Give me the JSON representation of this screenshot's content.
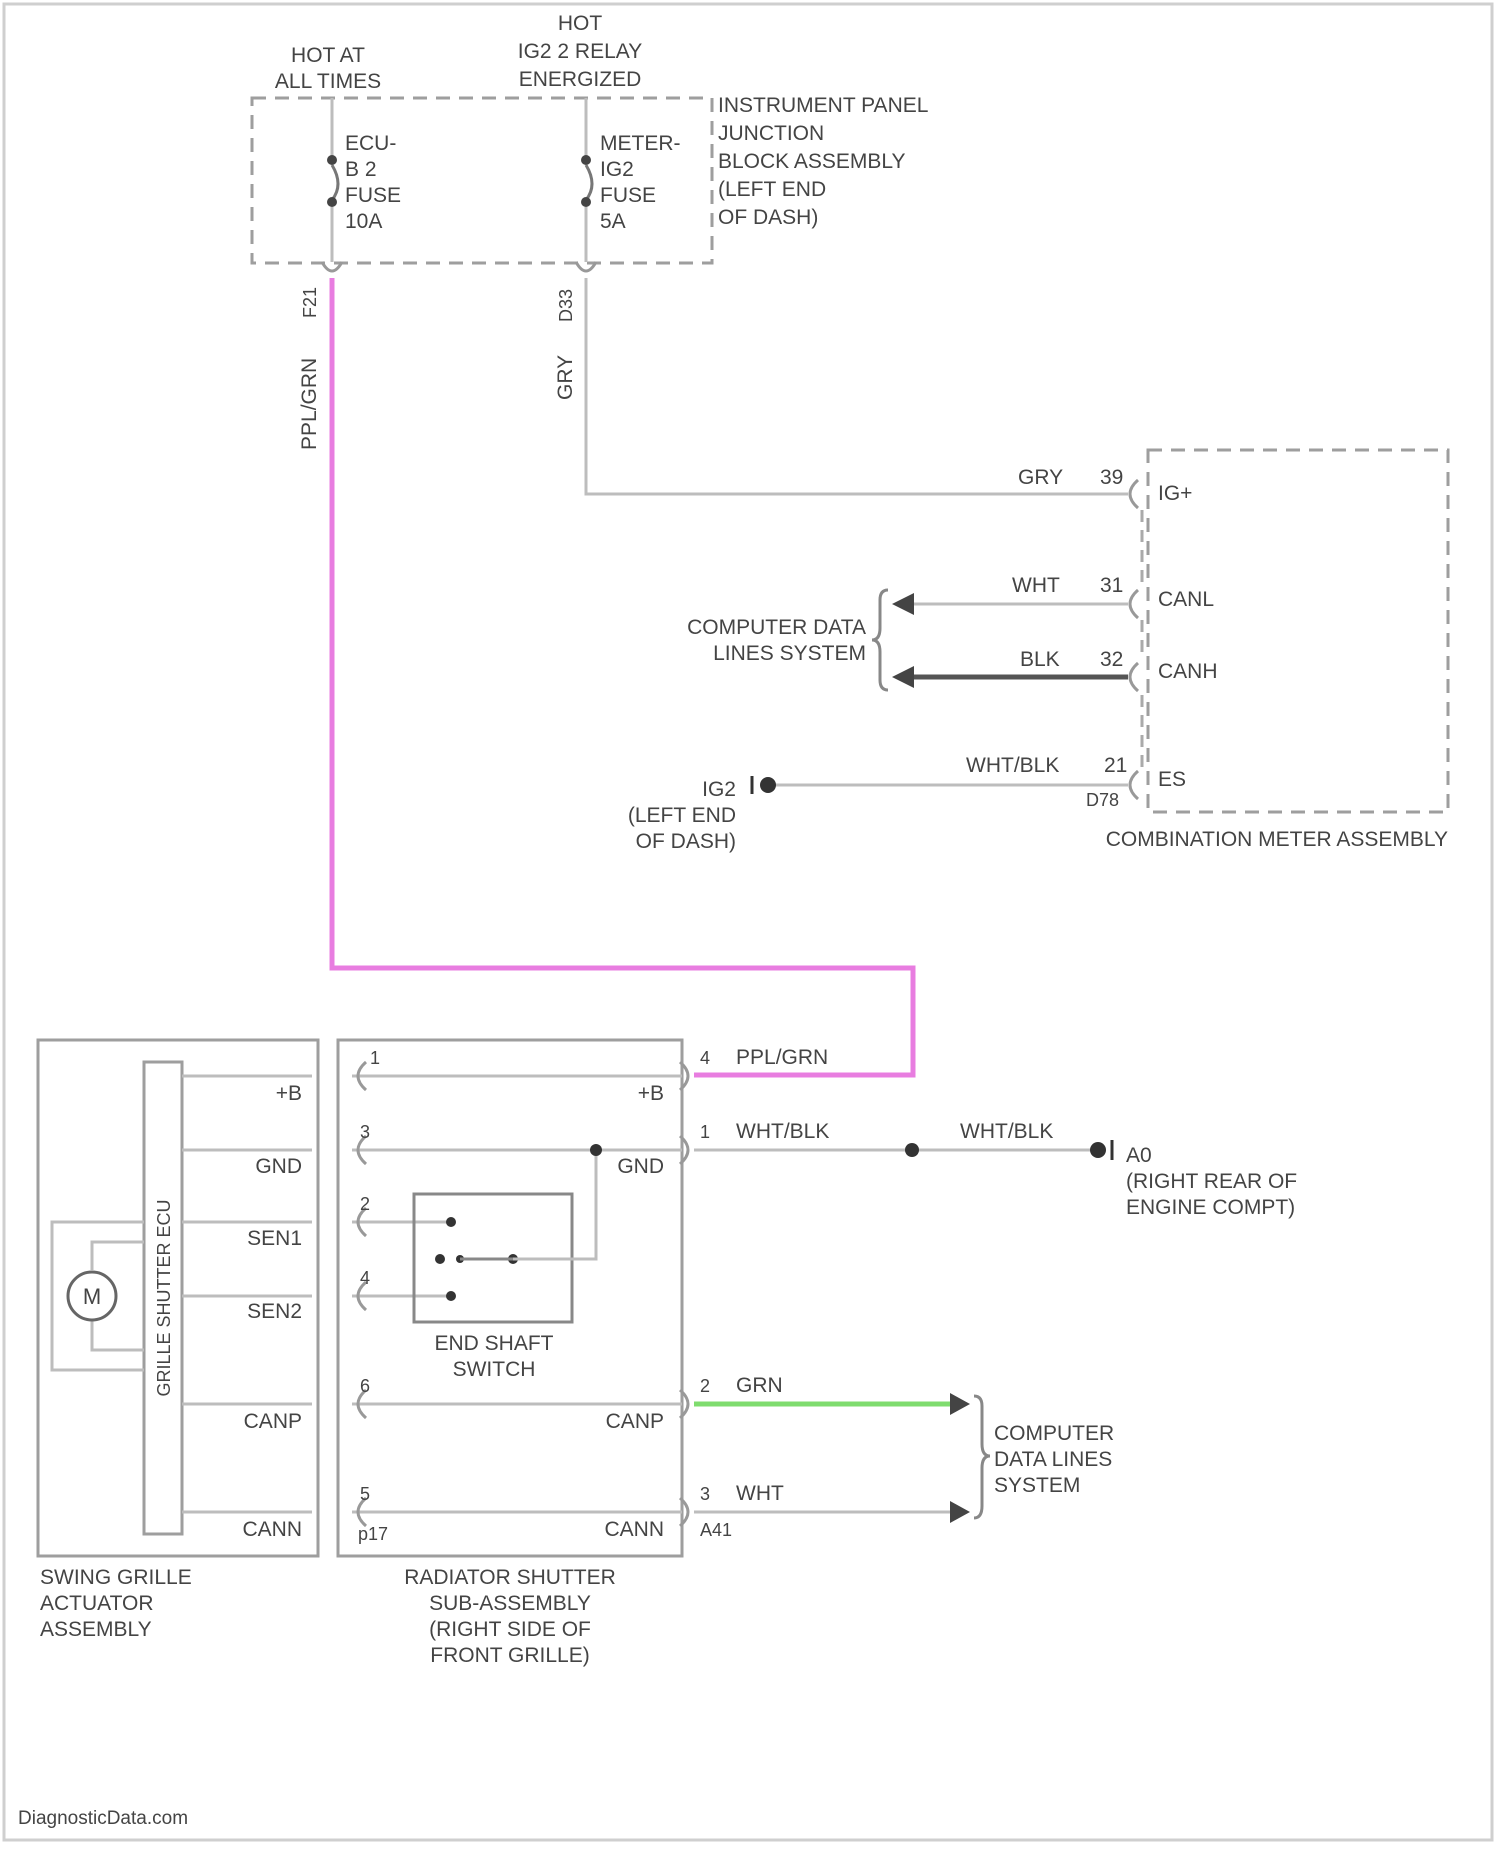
{
  "diagram": {
    "supply": {
      "hot_at_all_times": [
        "HOT AT",
        "ALL TIMES"
      ],
      "hot_relay": [
        "HOT",
        "IG2 2 RELAY",
        "ENERGIZED"
      ],
      "fuse_ecu": [
        "ECU-",
        "B 2",
        "FUSE",
        "10A"
      ],
      "fuse_meter": [
        "METER-",
        "IG2",
        "FUSE",
        "5A"
      ],
      "junction_block": [
        "INSTRUMENT PANEL",
        "JUNCTION",
        "BLOCK ASSEMBLY",
        "(LEFT END",
        "OF DASH)"
      ],
      "conn_left": "F21",
      "conn_right": "D33",
      "wire_left": "PPL/GRN",
      "wire_right": "GRY"
    },
    "meter": {
      "name": "COMBINATION METER ASSEMBLY",
      "pins": [
        {
          "wire": "GRY",
          "pin": "39",
          "label": "IG+"
        },
        {
          "wire": "WHT",
          "pin": "31",
          "label": "CANL"
        },
        {
          "wire": "BLK",
          "pin": "32",
          "label": "CANH"
        },
        {
          "wire": "WHT/BLK",
          "pin": "21",
          "label": "ES"
        }
      ],
      "connector": "D78",
      "data_lines": [
        "COMPUTER DATA",
        "LINES SYSTEM"
      ],
      "ground": [
        "IG2",
        "(LEFT END",
        "OF DASH)"
      ]
    },
    "shutter": {
      "name": [
        "RADIATOR SHUTTER",
        "SUB-ASSEMBLY",
        "(RIGHT SIDE OF",
        "FRONT GRILLE)"
      ],
      "pin_nums": [
        "1",
        "3",
        "2",
        "4",
        "6",
        "5"
      ],
      "pin_labels": [
        "+B",
        "GND",
        "CANP",
        "CANN"
      ],
      "connector": "p17",
      "switch": [
        "END SHAFT",
        "SWITCH"
      ]
    },
    "actuator": {
      "name": [
        "SWING GRILLE",
        "ACTUATOR",
        "ASSEMBLY"
      ],
      "ecu": "GRILLE SHUTTER ECU",
      "motor": "M",
      "pin_labels": [
        "+B",
        "GND",
        "SEN1",
        "SEN2",
        "CANP",
        "CANN"
      ]
    },
    "right_side": {
      "wires": [
        {
          "pin": "4",
          "wire": "PPL/GRN"
        },
        {
          "pin": "1",
          "wire": "WHT/BLK"
        },
        {
          "pin": "2",
          "wire": "GRN"
        },
        {
          "pin": "3",
          "wire": "WHT"
        }
      ],
      "ground_wire": "WHT/BLK",
      "ground": [
        "A0",
        "(RIGHT REAR OF",
        "ENGINE COMPT)"
      ],
      "connector": "A41",
      "data_lines": [
        "COMPUTER",
        "DATA LINES",
        "SYSTEM"
      ]
    },
    "footer": "DiagnosticData.com",
    "colors": {
      "ppl_grn": "#e87de0",
      "grn": "#7fdc6e",
      "line": "#bdbdbd",
      "dark": "#444444"
    }
  }
}
